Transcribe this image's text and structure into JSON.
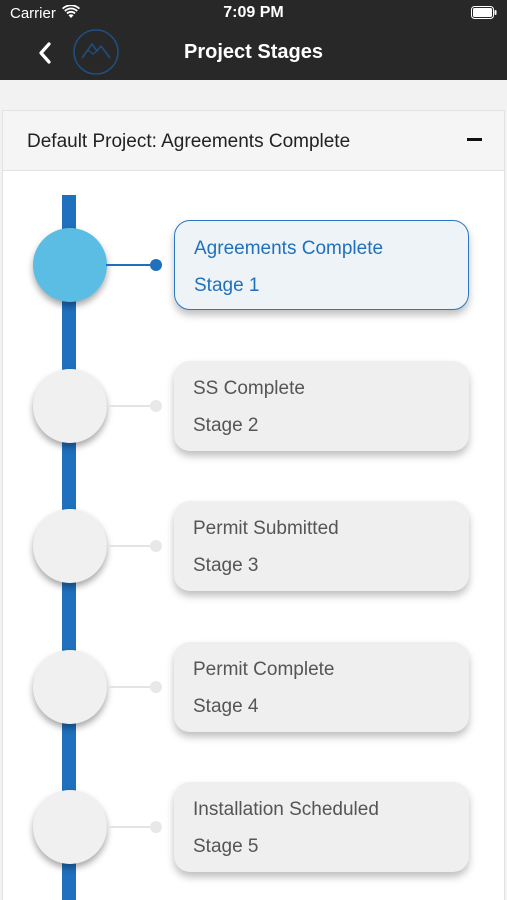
{
  "status_bar": {
    "carrier": "Carrier",
    "time": "7:09 PM",
    "icons": [
      "wifi-icon",
      "battery-icon"
    ]
  },
  "nav": {
    "title": "Project Stages",
    "back_icon": "chevron-left-icon",
    "logo_icon": "mountain-logo-icon"
  },
  "panel": {
    "title": "Default Project: Agreements Complete",
    "collapse_icon": "minus-icon"
  },
  "stages": [
    {
      "name": "Agreements Complete",
      "number": "Stage 1",
      "active": true
    },
    {
      "name": "SS Complete",
      "number": "Stage 2",
      "active": false
    },
    {
      "name": "Permit Submitted",
      "number": "Stage 3",
      "active": false
    },
    {
      "name": "Permit Complete",
      "number": "Stage 4",
      "active": false
    },
    {
      "name": "Installation Scheduled",
      "number": "Stage 5",
      "active": false
    }
  ],
  "colors": {
    "header_bg": "#282828",
    "accent": "#1f70bd",
    "active_circle": "#5bbde3",
    "inactive_card": "#efefef"
  }
}
